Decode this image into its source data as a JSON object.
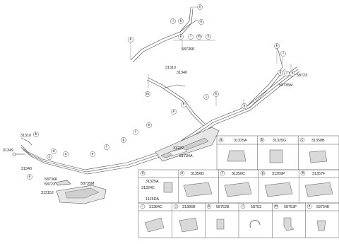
{
  "main_labels": {
    "p31310_top": "31310",
    "p31340_top": "31340",
    "p58736K_top": "58736K",
    "p58723_right": "58723",
    "p58735M_right": "58735M",
    "p31222": "31222",
    "p81704A": "81704A",
    "p31310_left": "31310",
    "p31349": "31349",
    "p31340_left": "31340",
    "p58736K_left": "58736K",
    "p58723_left": "58723",
    "p58735M_left": "58735M",
    "p31315J": "31315J"
  },
  "callouts": {
    "n_top": "n",
    "k_top1": "k",
    "k_top2": "k",
    "k_top3": "k",
    "l_top": "l",
    "k_row": "k",
    "l_row": "l",
    "m_row": "m",
    "n_row": "n",
    "k_a": "k",
    "m_mid": "m",
    "k_right1": "k",
    "l_right1": "l",
    "k_right2": "k",
    "l_right2": "l",
    "n_right": "n",
    "k_right3": "k",
    "k_mid2": "k",
    "j_mid": "j",
    "h_mid": "h",
    "e1": "e",
    "e2": "e",
    "f1": "f",
    "g1": "g",
    "f2": "f",
    "e3": "e",
    "a1": "a",
    "c1": "c",
    "d1": "d",
    "b1": "b",
    "e_left": "e"
  },
  "parts_table": {
    "row1": [
      {
        "letter": "a",
        "part": "31325A"
      },
      {
        "letter": "b",
        "part": "31325G"
      },
      {
        "letter": "c",
        "part": "31358B"
      }
    ],
    "row2": [
      {
        "letter": "d",
        "part": "",
        "sub": [
          "31325A",
          "31324C",
          "1125DA"
        ]
      },
      {
        "letter": "e",
        "part": "31356D"
      },
      {
        "letter": "f",
        "part": "31356C"
      },
      {
        "letter": "g",
        "part": "31359P"
      },
      {
        "letter": "h",
        "part": "31357F"
      }
    ],
    "row3": [
      {
        "letter": "i",
        "part": "31384C"
      },
      {
        "letter": "j",
        "part": "31386B"
      },
      {
        "letter": "k",
        "part": "58752B"
      },
      {
        "letter": "l",
        "part": "58753"
      },
      {
        "letter": "m",
        "part": "58753F"
      },
      {
        "letter": "n",
        "part": "58754E"
      }
    ]
  },
  "colors": {
    "line": "#444444",
    "border": "#555555",
    "part_fill": "#d9d9d9"
  }
}
